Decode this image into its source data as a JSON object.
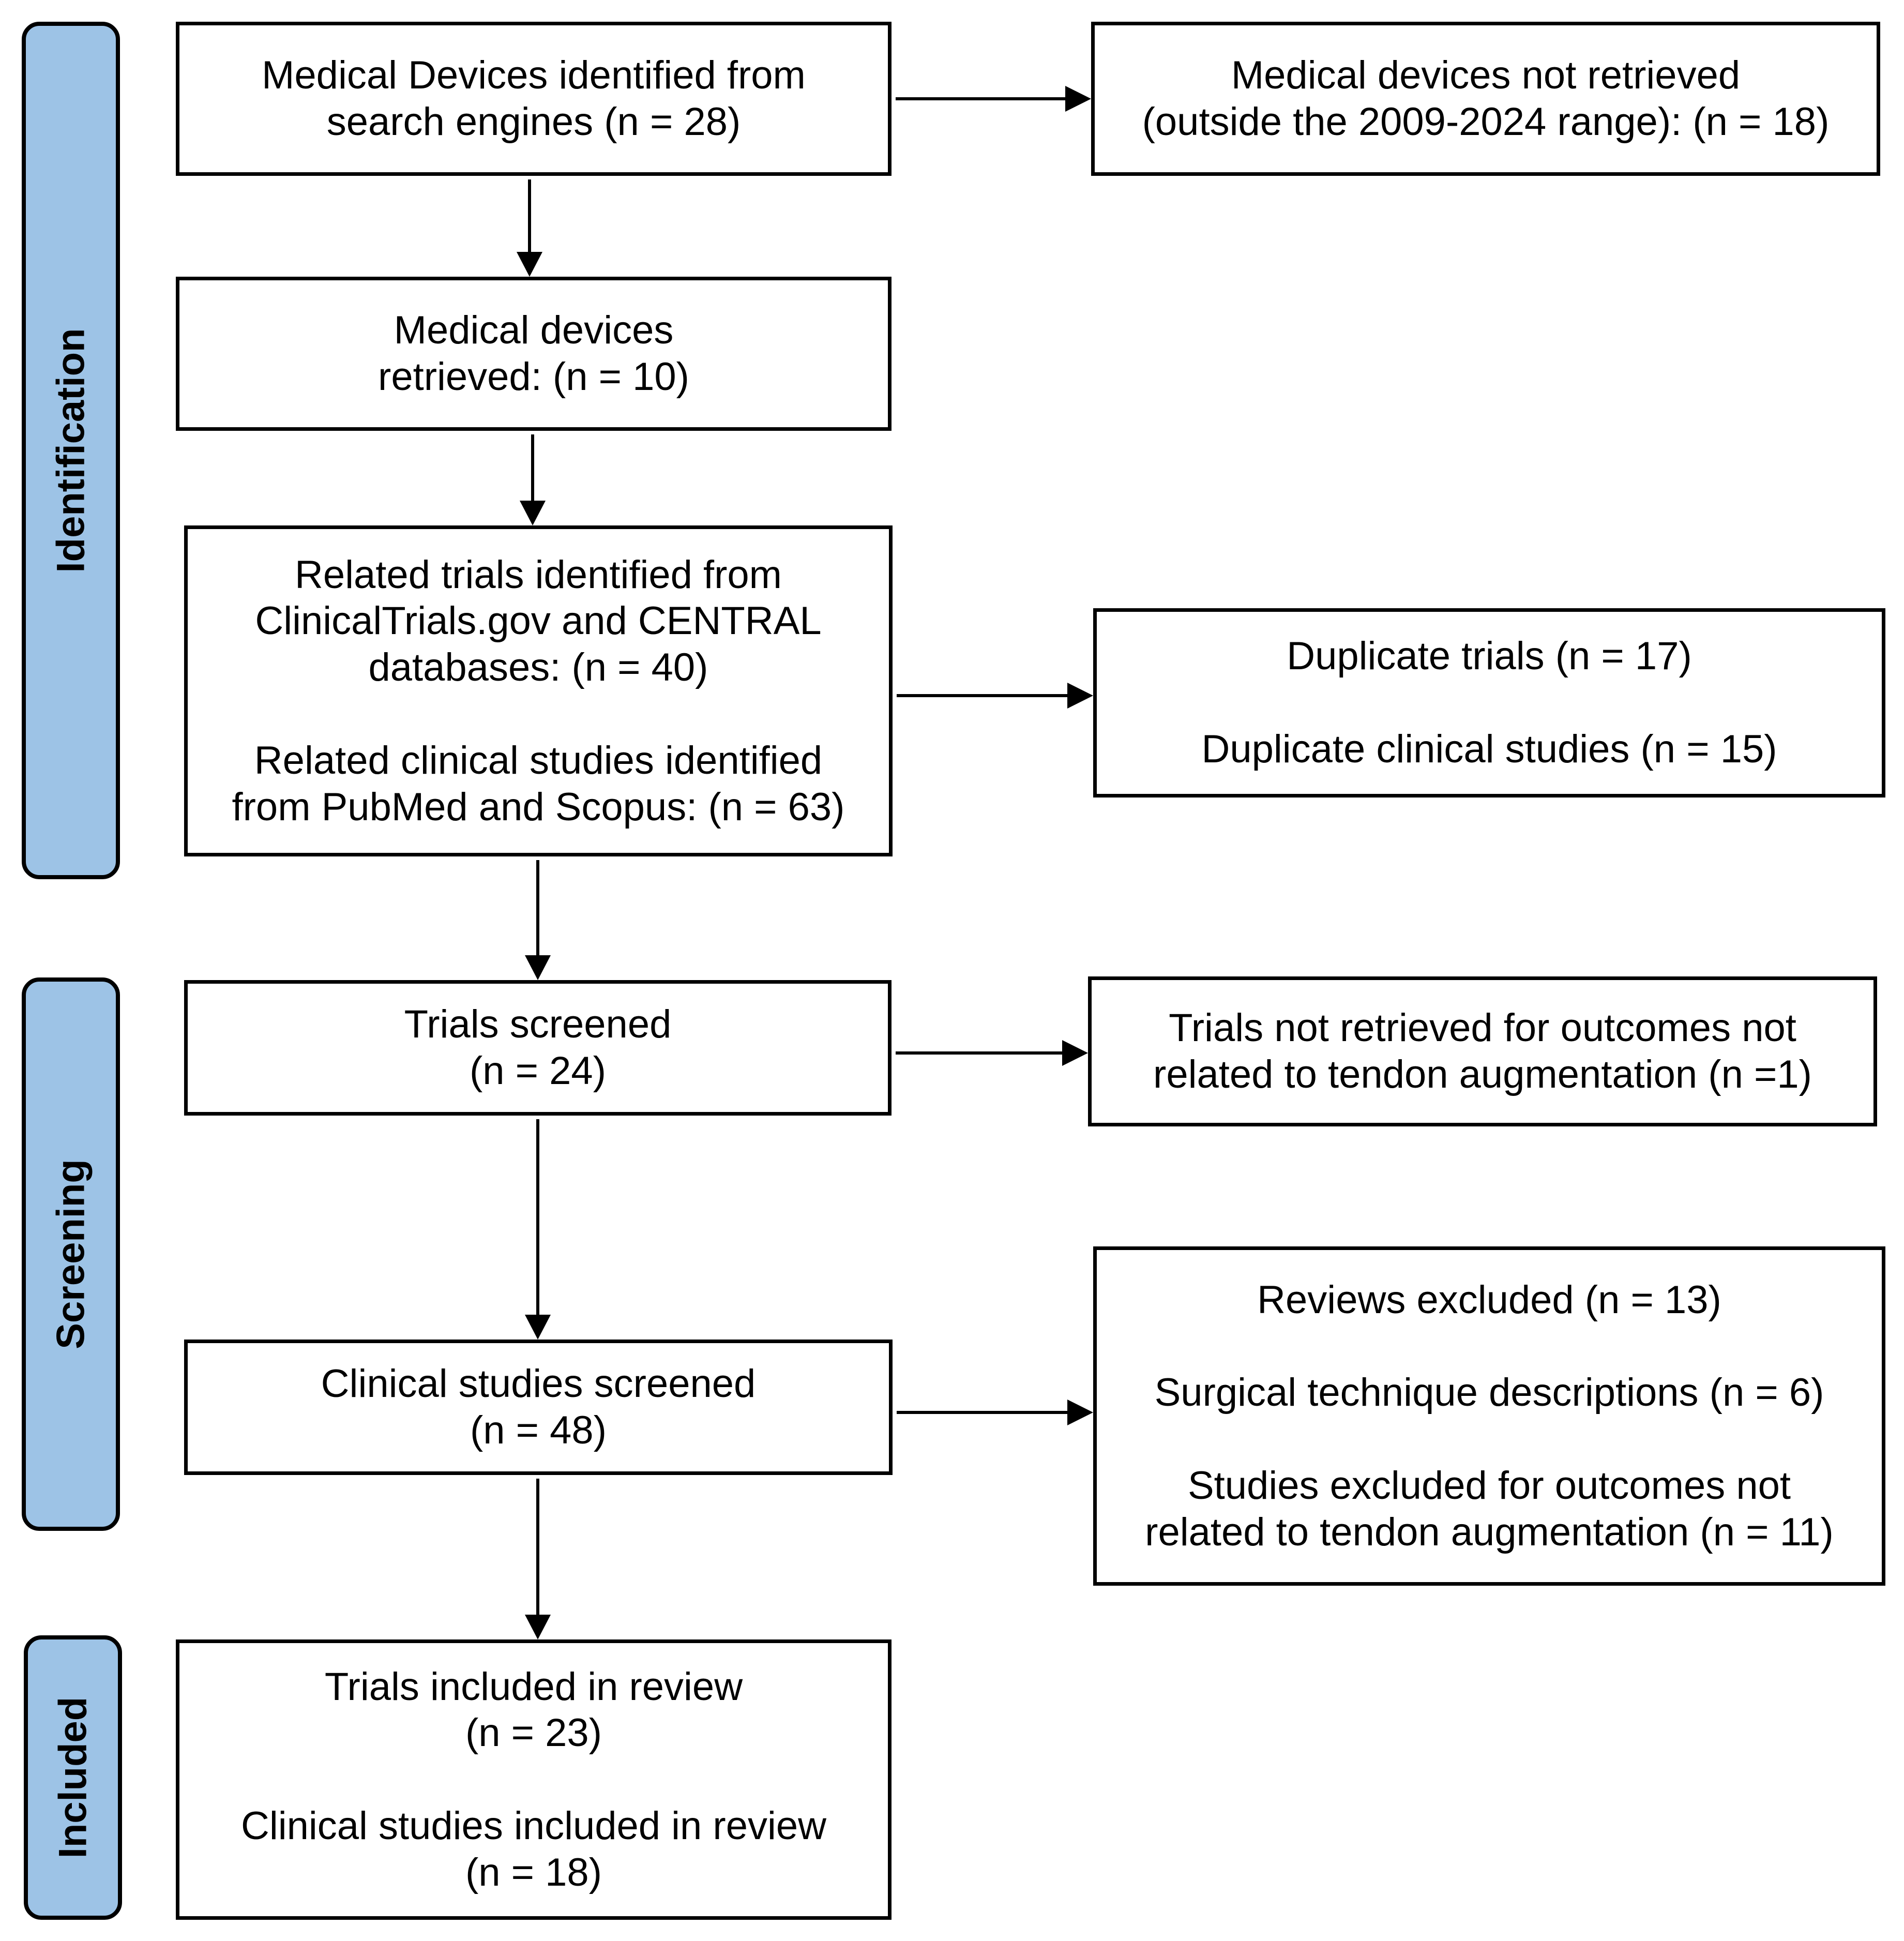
{
  "phases": {
    "identification": "Identification",
    "screening": "Screening",
    "included": "Included"
  },
  "boxes": {
    "devices_identified": [
      "Medical Devices identified from",
      "search engines (n = 28)"
    ],
    "devices_not_retrieved": [
      "Medical devices not retrieved",
      "(outside the 2009-2024 range): (n = 18)"
    ],
    "devices_retrieved": [
      "Medical devices",
      "retrieved: (n = 10)"
    ],
    "related_trials": [
      "Related trials identified from",
      "ClinicalTrials.gov and CENTRAL",
      "databases: (n = 40)"
    ],
    "related_studies": [
      "Related clinical studies identified",
      "from PubMed and Scopus: (n = 63)"
    ],
    "duplicate_trials": "Duplicate trials (n = 17)",
    "duplicate_studies": "Duplicate clinical studies (n = 15)",
    "trials_screened": [
      "Trials screened",
      "(n = 24)"
    ],
    "trials_not_retrieved": [
      "Trials not retrieved for outcomes not",
      "related to tendon augmentation (n =1)"
    ],
    "studies_screened": [
      "Clinical studies screened",
      "(n = 48)"
    ],
    "reviews_excluded": "Reviews excluded (n = 13)",
    "surgical_descriptions": "Surgical technique descriptions (n = 6)",
    "studies_excluded": [
      "Studies excluded for outcomes not",
      "related to tendon augmentation (n = 11)"
    ],
    "trials_included": [
      "Trials included in review",
      "(n = 23)"
    ],
    "studies_included": [
      "Clinical studies included in review",
      "(n = 18)"
    ]
  }
}
